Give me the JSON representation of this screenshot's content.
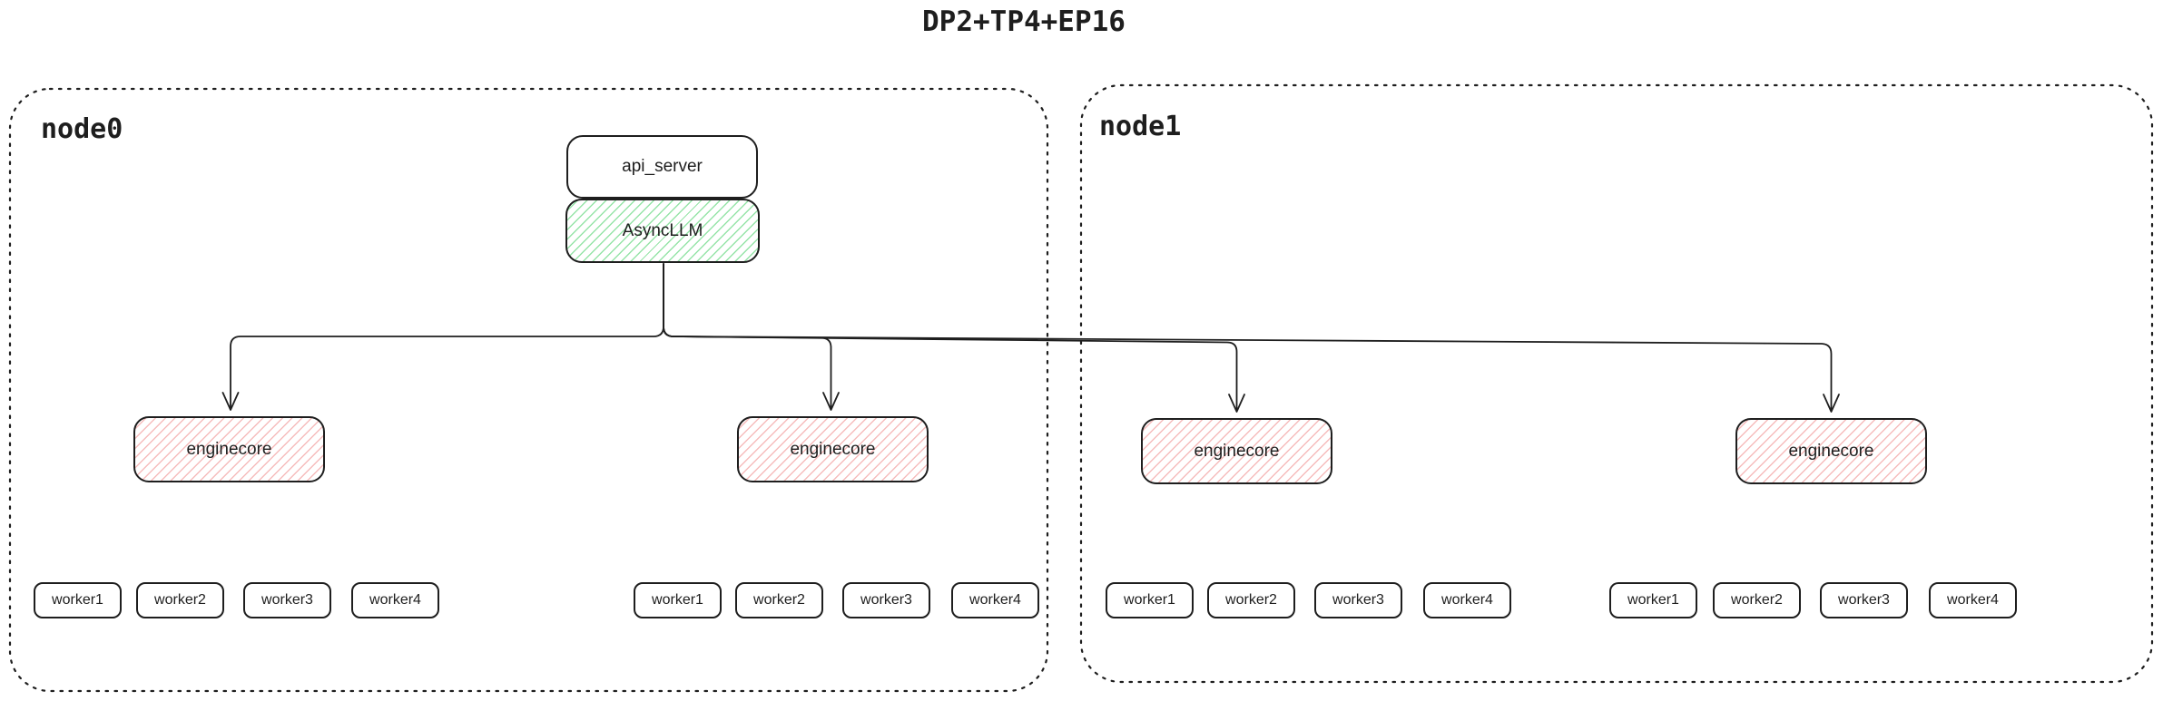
{
  "title": "DP2+TP4+EP16",
  "colors": {
    "stroke": "#1e1e1e",
    "green_hatch": "#96e4a8",
    "red_hatch": "#f6bcbc"
  },
  "node0": {
    "label": "node0",
    "api_server_label": "api_server",
    "asyncllm_label": "AsyncLLM",
    "enginecores": [
      {
        "label": "enginecore",
        "workers": [
          "worker1",
          "worker2",
          "worker3",
          "worker4"
        ]
      },
      {
        "label": "enginecore",
        "workers": [
          "worker1",
          "worker2",
          "worker3",
          "worker4"
        ]
      }
    ]
  },
  "node1": {
    "label": "node1",
    "enginecores": [
      {
        "label": "enginecore",
        "workers": [
          "worker1",
          "worker2",
          "worker3",
          "worker4"
        ]
      },
      {
        "label": "enginecore",
        "workers": [
          "worker1",
          "worker2",
          "worker3",
          "worker4"
        ]
      }
    ]
  }
}
